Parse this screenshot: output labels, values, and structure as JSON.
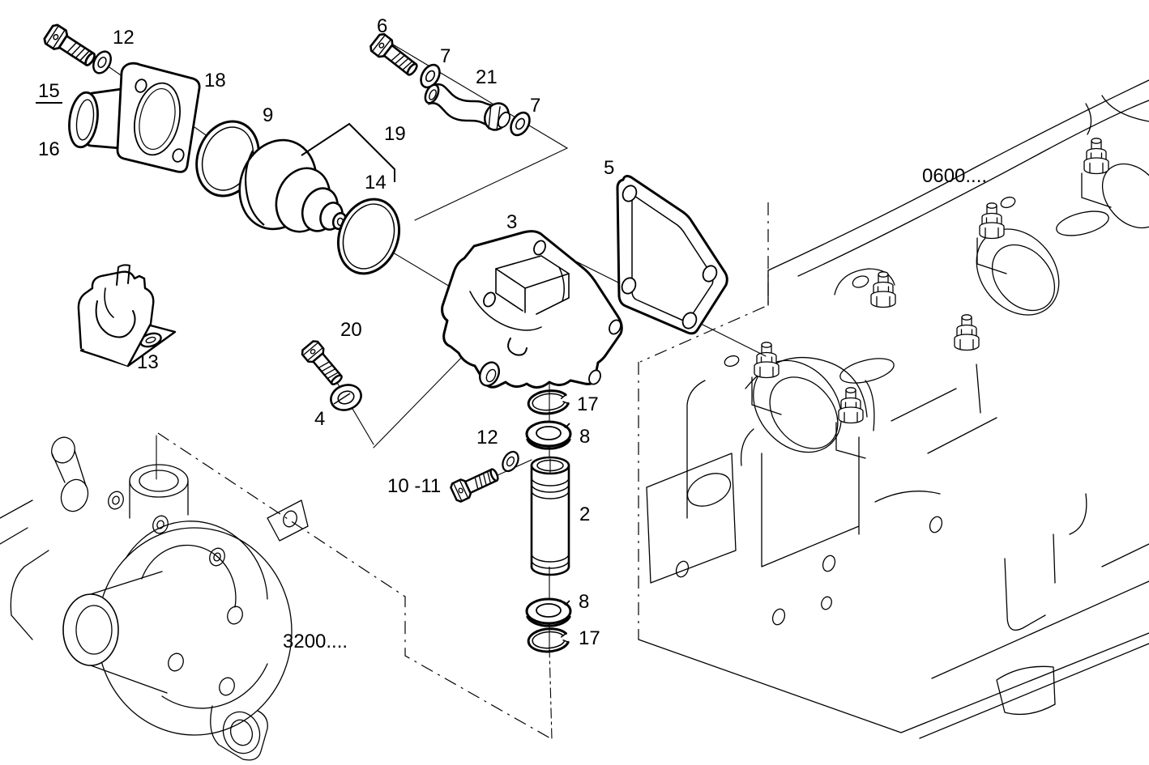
{
  "diagram": {
    "kind": "exploded-parts-technical-drawing",
    "background_color": "#ffffff",
    "line_color": "#000000",
    "callouts": {
      "upper_left": {
        "bolt_fraction_top": "15",
        "bolt_fraction_bottom": "16",
        "washer": "12",
        "outlet_housing": "18"
      },
      "upper_middle": {
        "bolt": "6",
        "washer_left": "7",
        "pipe": "21",
        "washer_right": "7"
      },
      "thermostat": {
        "seal_ring": "9",
        "assembly": "19",
        "o_ring": "14",
        "cover": "3",
        "gasket": "5"
      },
      "left": {
        "bracket": "13",
        "bolt": "20",
        "washer": "4"
      },
      "sleeve_stack": {
        "washer": "12",
        "bolts": "10 -11",
        "snap_ring_top": "17",
        "seal_top": "8",
        "sleeve": "2",
        "seal_bottom": "8",
        "snap_ring_bottom": "17"
      },
      "references": {
        "cylinder_head": "0600....",
        "water_pump": "3200...."
      }
    }
  }
}
